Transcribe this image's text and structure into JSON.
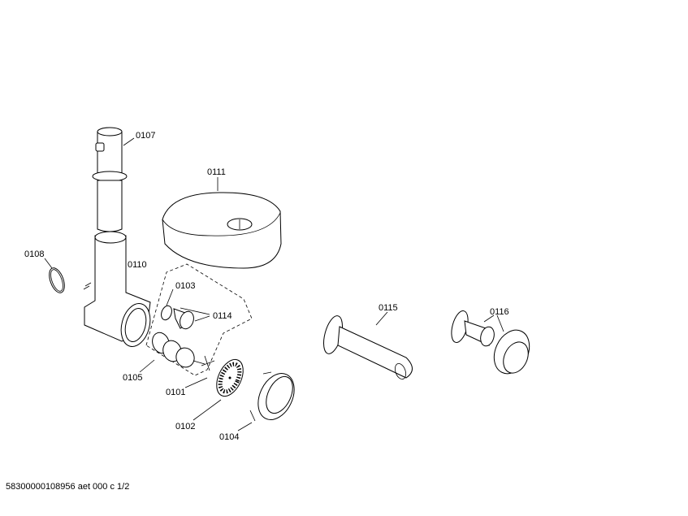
{
  "parts": {
    "p0107": "0107",
    "p0111": "0111",
    "p0108": "0108",
    "p0110": "0110",
    "p0103": "0103",
    "p0114": "0114",
    "p0115": "0115",
    "p0116": "0116",
    "p0105": "0105",
    "p0101": "0101",
    "p0102": "0102",
    "p0104": "0104"
  },
  "footer": "58300000108956 aet 000 c 1/2"
}
